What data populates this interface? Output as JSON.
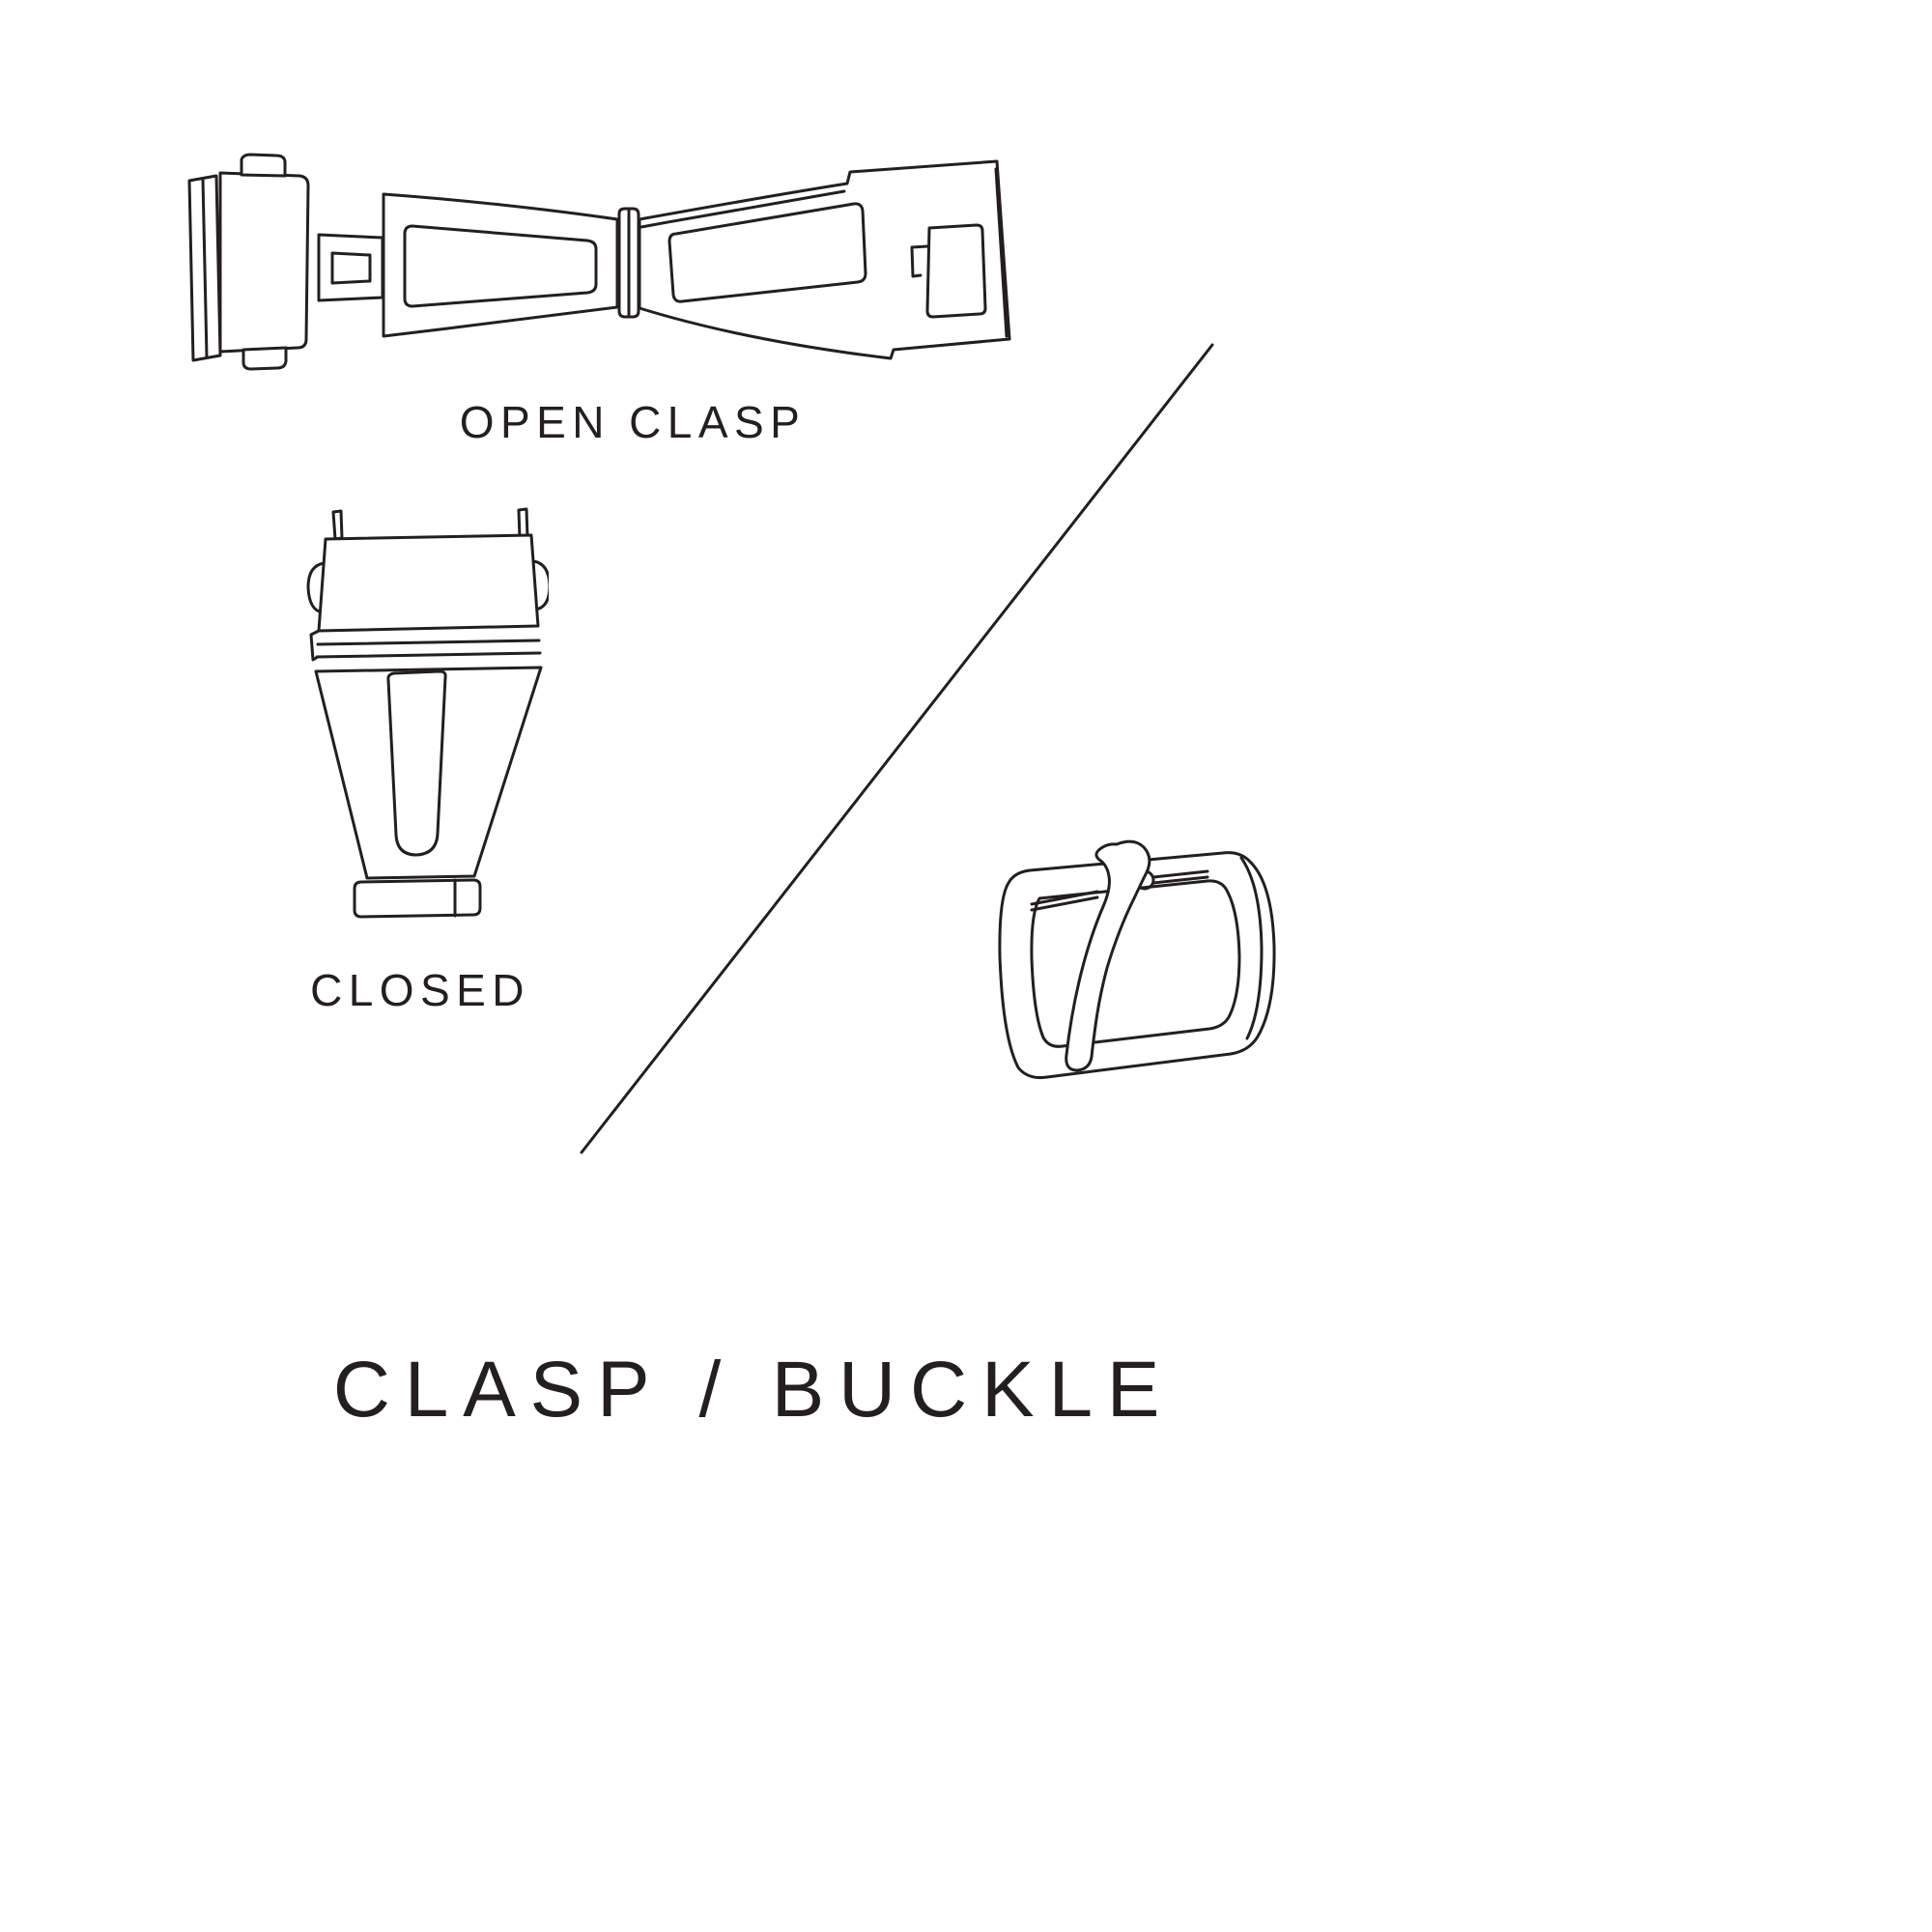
{
  "page": {
    "background": "#ffffff",
    "ink": "#231f20"
  },
  "labels": {
    "open_clasp": "OPEN CLASP",
    "closed_clasp": "CLOSED",
    "title": "CLASP / BUCKLE"
  }
}
